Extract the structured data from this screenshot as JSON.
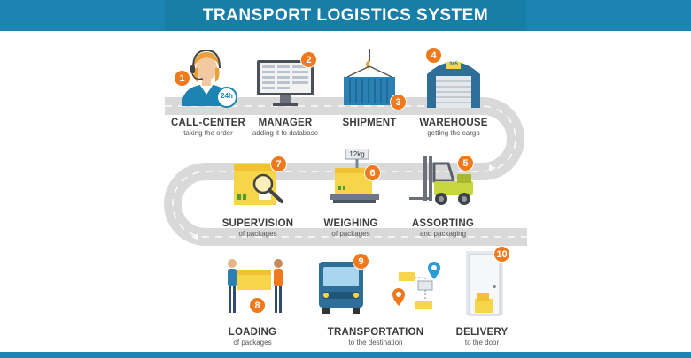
{
  "header": {
    "title": "TRANSPORT LOGISTICS SYSTEM"
  },
  "steps": [
    {
      "number": "1",
      "title": "CALL-CENTER",
      "subtitle": "taking the order"
    },
    {
      "number": "2",
      "title": "MANAGER",
      "subtitle": "adding it to database"
    },
    {
      "number": "3",
      "title": "SHIPMENT",
      "subtitle": ""
    },
    {
      "number": "4",
      "title": "WAREHOUSE",
      "subtitle": "getting the cargo"
    },
    {
      "number": "5",
      "title": "ASSORTING",
      "subtitle": "and packaging"
    },
    {
      "number": "6",
      "title": "WEIGHING",
      "subtitle": "of packages"
    },
    {
      "number": "7",
      "title": "SUPERVISION",
      "subtitle": "of packages"
    },
    {
      "number": "8",
      "title": "LOADING",
      "subtitle": "of packages"
    },
    {
      "number": "9",
      "title": "TRANSPORTATION",
      "subtitle": "to the destination"
    },
    {
      "number": "10",
      "title": "DELIVERY",
      "subtitle": "to the door"
    }
  ],
  "labels": {
    "headset_badge": "24h",
    "scale_reading": "12kg",
    "warehouse_sign": "365"
  },
  "colors": {
    "brand_blue": "#1b84b0",
    "accent_orange": "#ef7a1d",
    "road_gray": "#d7d7d7",
    "box_yellow": "#f7d54a"
  },
  "icons": [
    "operator-icon",
    "computer-icon",
    "container-icon",
    "warehouse-icon",
    "forklift-icon",
    "scale-icon",
    "magnifier-icon",
    "handover-icon",
    "truck-icon",
    "door-icon"
  ]
}
